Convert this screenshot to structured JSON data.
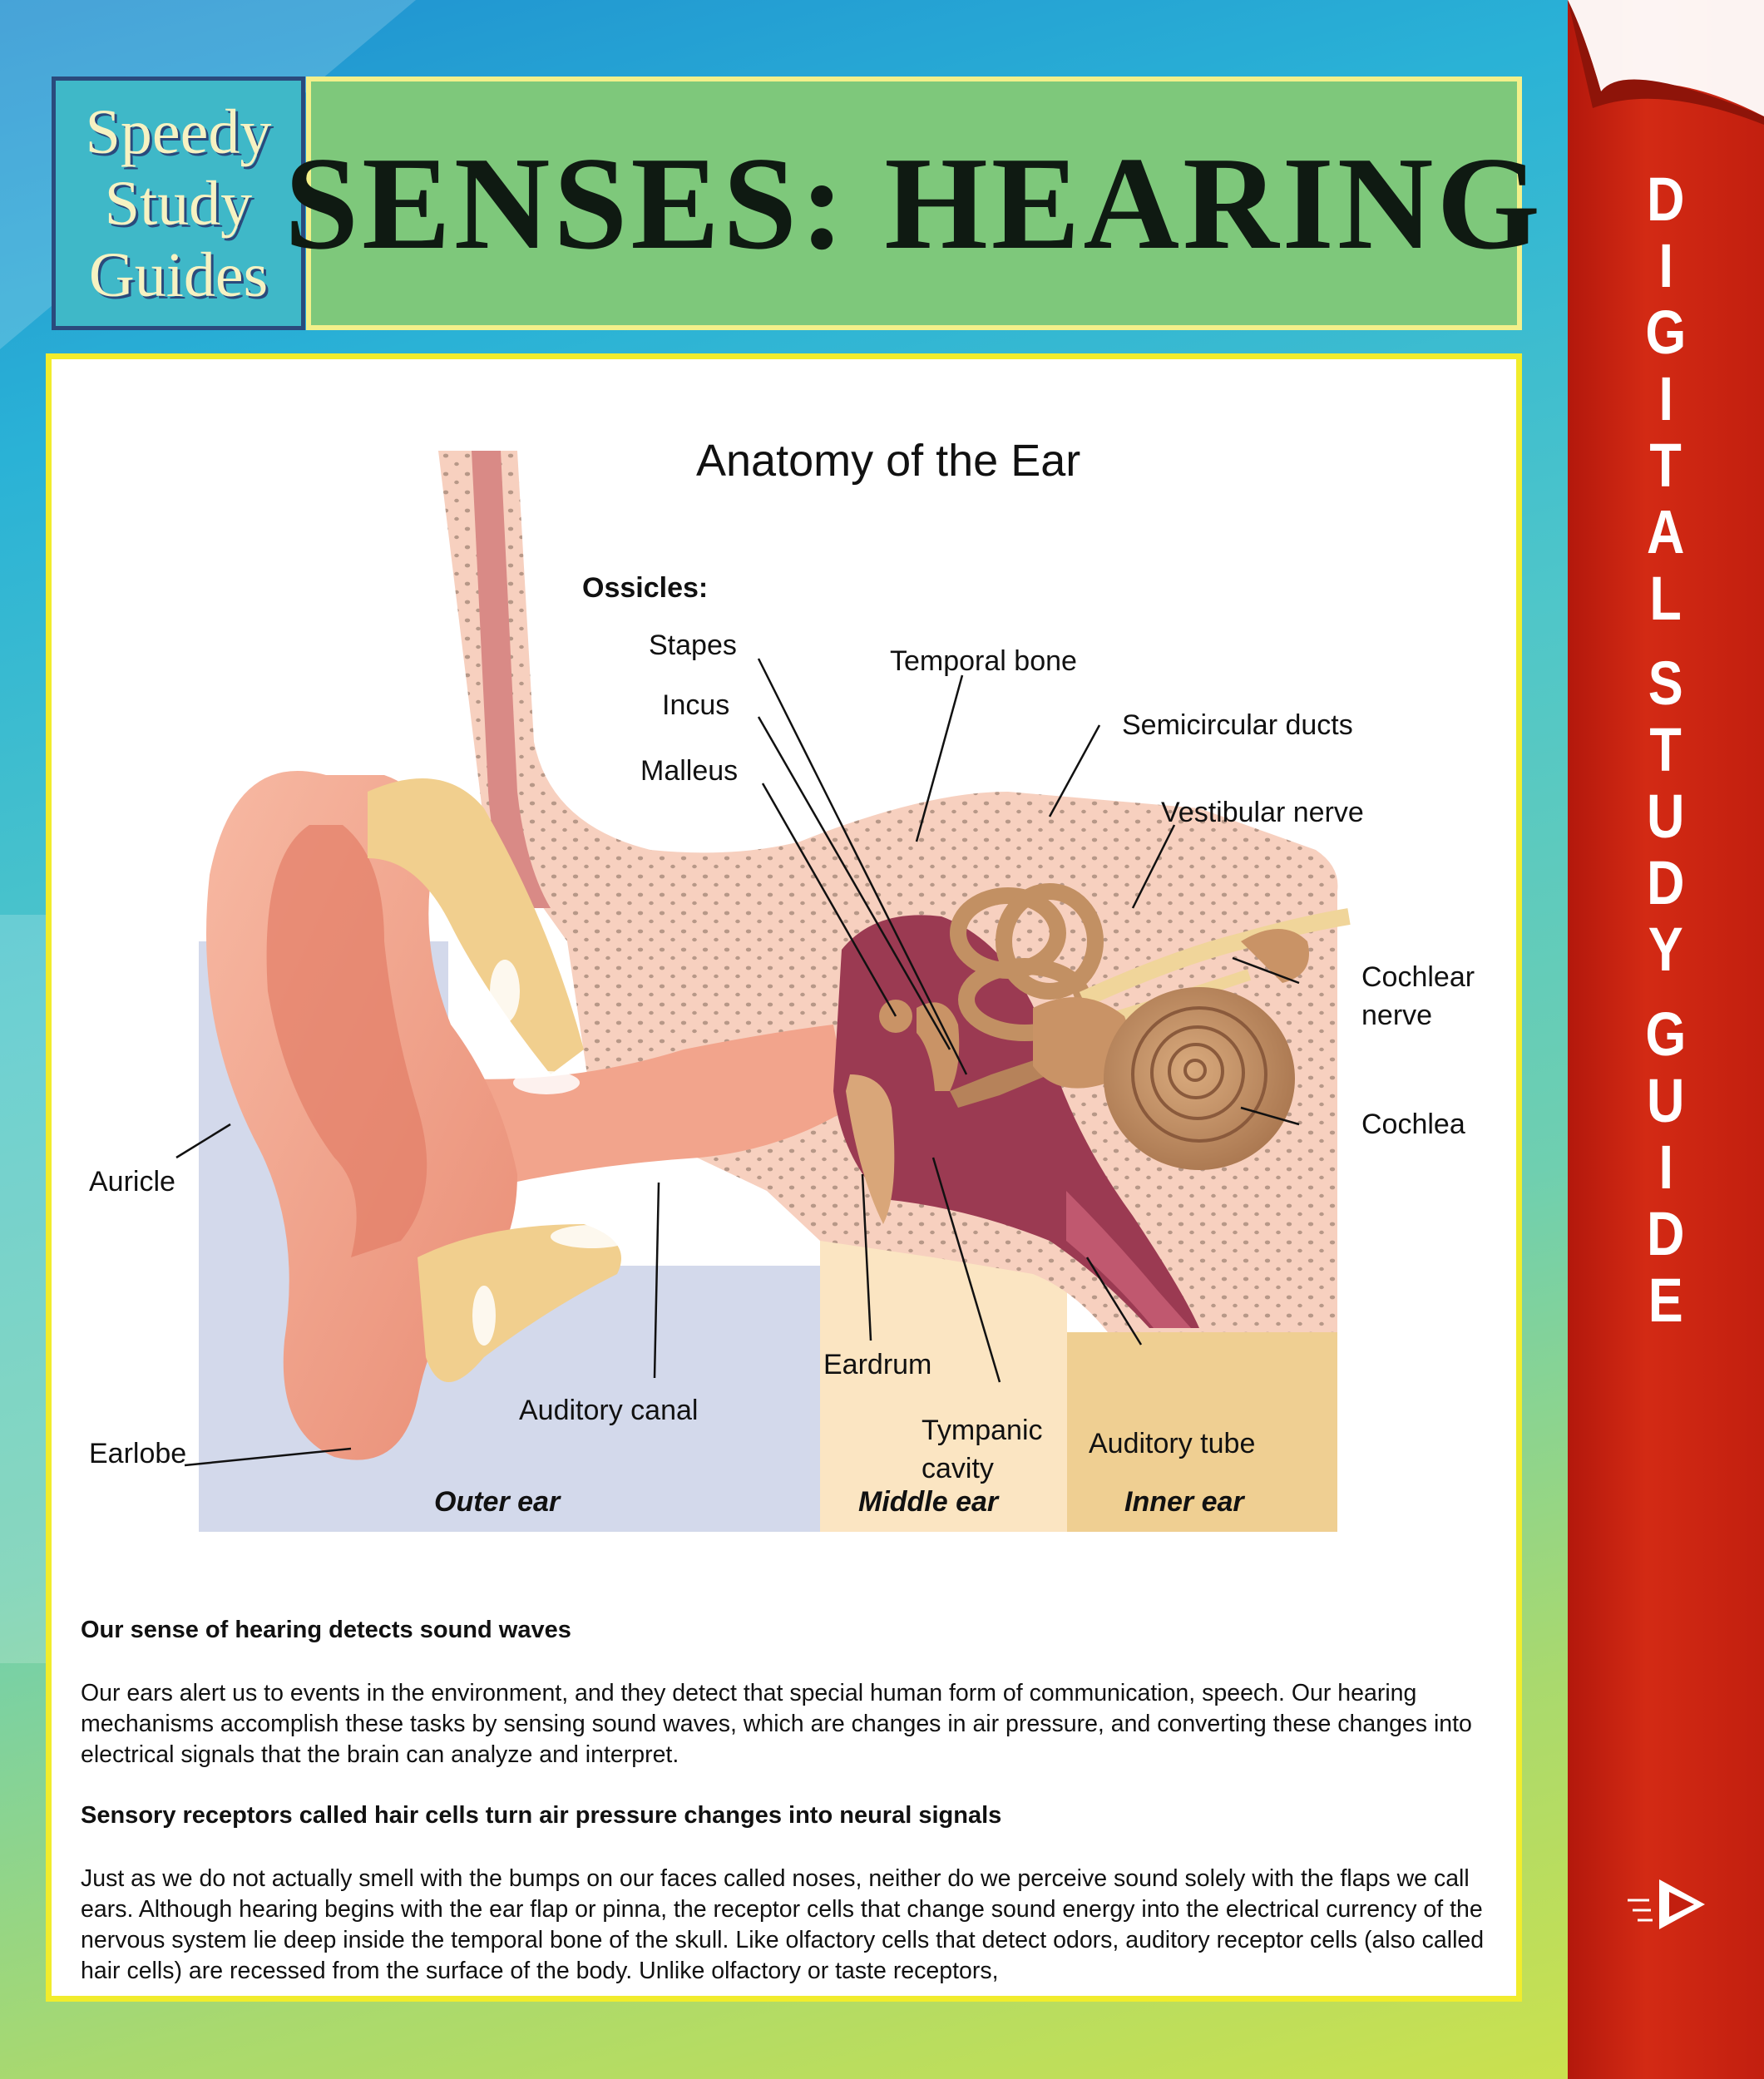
{
  "header": {
    "brand_lines": [
      "Speedy",
      "Study",
      "Guides"
    ],
    "title": "SENSES: HEARING"
  },
  "ribbon": {
    "words": [
      "DIGITAL",
      "STUDY",
      "GUIDE"
    ]
  },
  "diagram": {
    "title": "Anatomy of the Ear",
    "ossicles_heading": "Ossicles:",
    "labels": {
      "stapes": "Stapes",
      "incus": "Incus",
      "malleus": "Malleus",
      "temporal_bone": "Temporal bone",
      "semicircular_ducts": "Semicircular ducts",
      "vestibular_nerve": "Vestibular nerve",
      "cochlear_nerve_1": "Cochlear",
      "cochlear_nerve_2": "nerve",
      "cochlea": "Cochlea",
      "auricle": "Auricle",
      "earlobe": "Earlobe",
      "auditory_canal": "Auditory canal",
      "eardrum": "Eardrum",
      "tympanic_cavity_1": "Tympanic",
      "tympanic_cavity_2": "cavity",
      "auditory_tube": "Auditory tube"
    },
    "zones": {
      "outer": "Outer ear",
      "middle": "Middle ear",
      "inner": "Inner ear"
    },
    "colors": {
      "outer_zone": "#d3d9eb",
      "middle_zone": "#fbe5c2",
      "inner_zone": "#efcf92",
      "bone": "#f7d0bf",
      "skin": "#f2a48c",
      "cavity": "#9b3a52",
      "ossicle": "#c99366"
    }
  },
  "article": {
    "h1": "Our sense of hearing detects sound waves",
    "p1": "Our ears alert us to events in the environment, and they detect that special human form of communication, speech. Our hearing mechanisms accomplish these tasks by sensing sound waves, which are changes in air pressure, and converting these changes into electrical signals that the brain can analyze and interpret.",
    "h2": "Sensory receptors called hair cells turn air pressure changes into neural signals",
    "p2": "Just as we do not actually smell with the bumps on our faces called noses, neither do we perceive sound solely with the flaps we call ears. Although hearing begins with the ear flap or pinna, the receptor cells that change sound energy into the electrical currency of the nervous system lie deep inside the temporal bone of the skull. Like olfactory cells that detect odors, auditory receptor cells (also called hair cells) are recessed from the surface of the body. Unlike olfactory or taste receptors,"
  }
}
